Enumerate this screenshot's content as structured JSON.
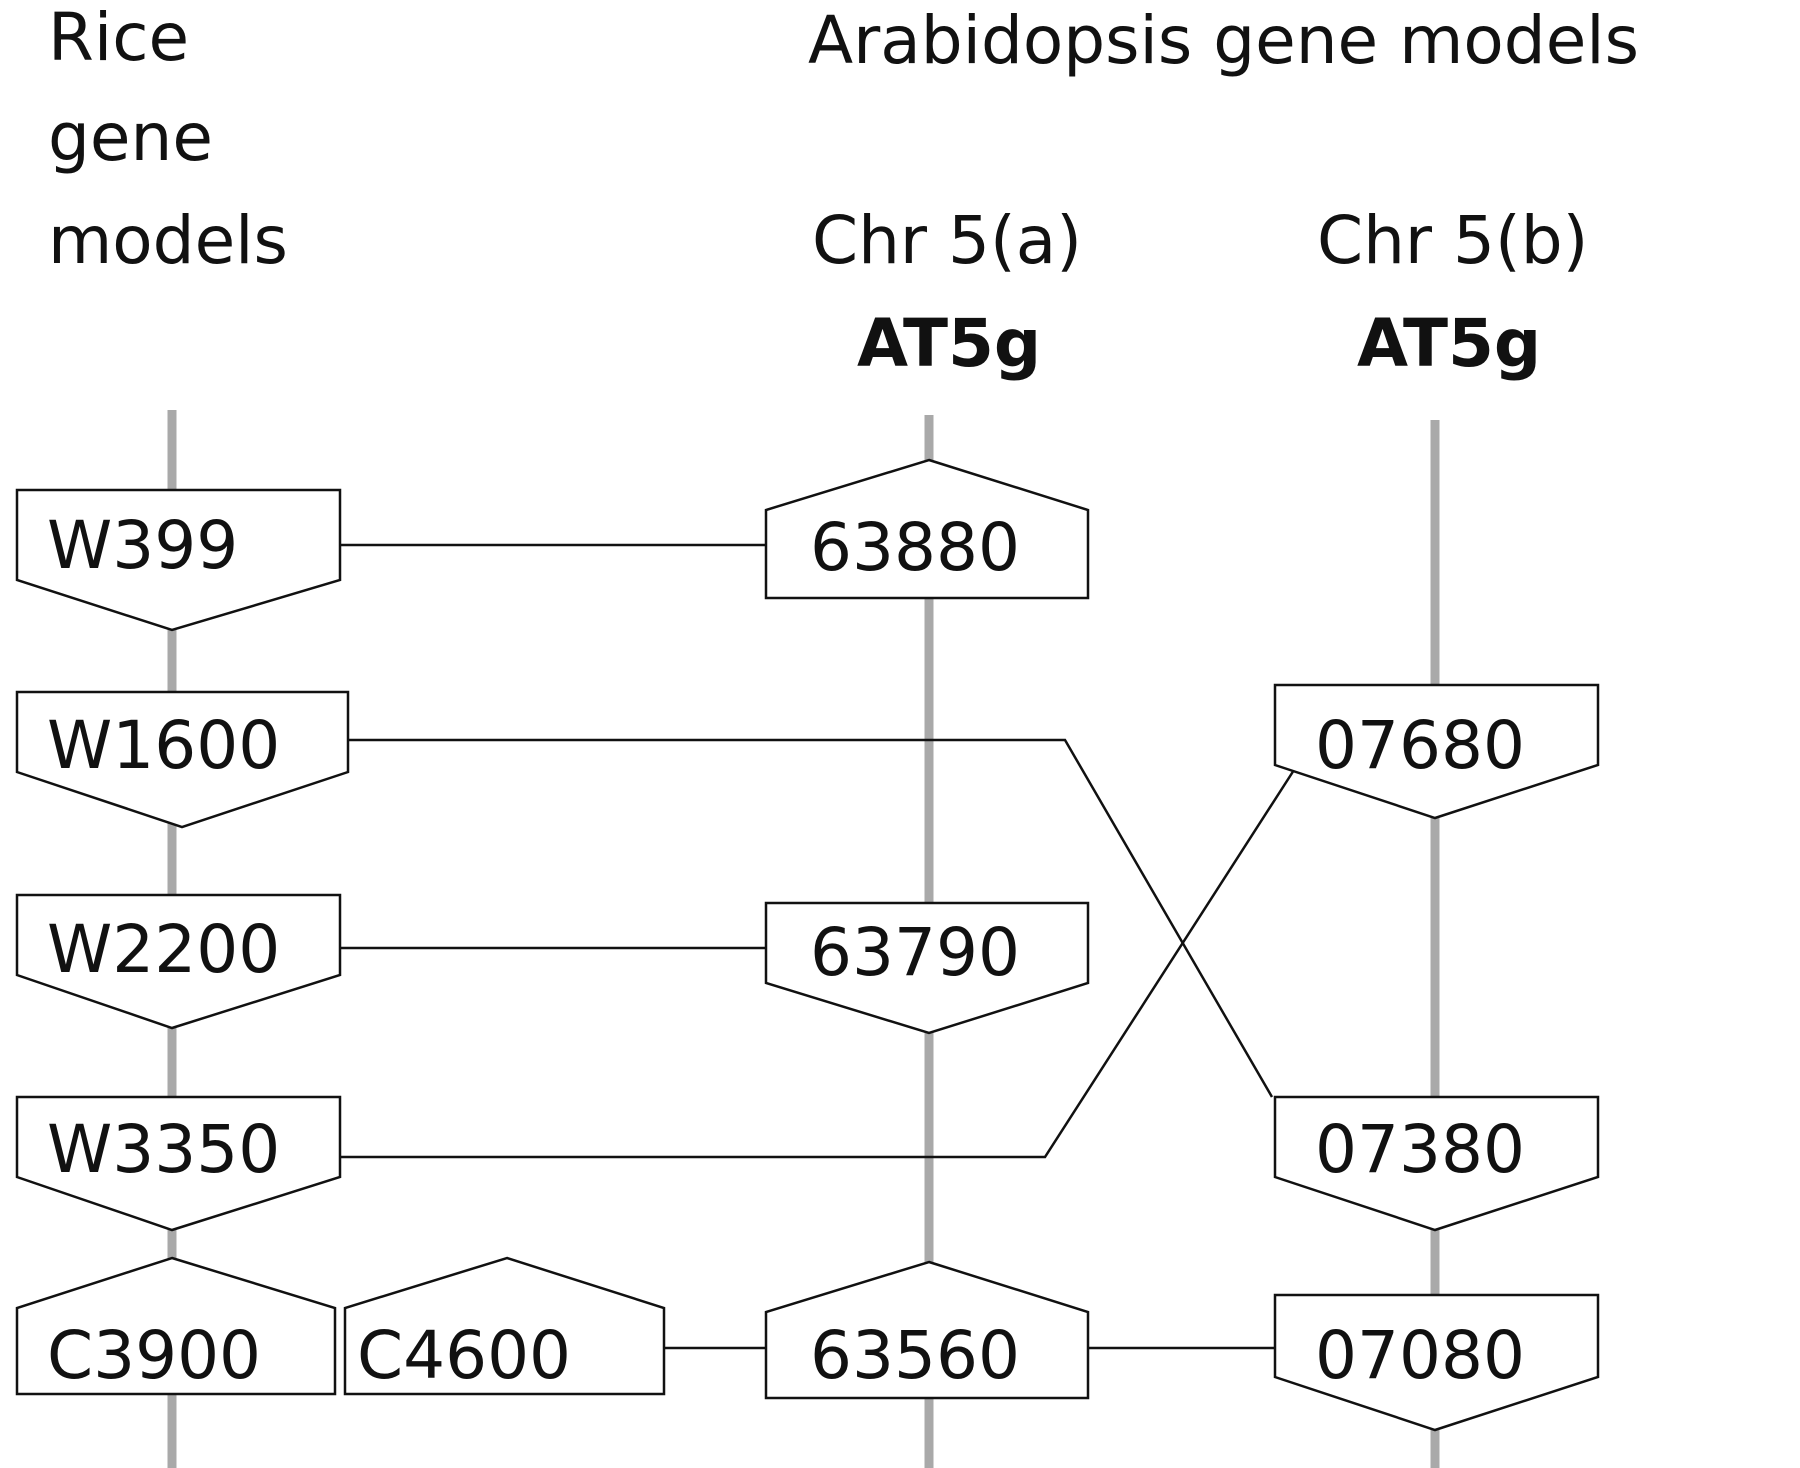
{
  "headers": {
    "rice_line1": "Rice",
    "rice_line2": "gene",
    "rice_line3": "models",
    "arabidopsis": "Arabidopsis gene models",
    "chr5a": "Chr 5(a)",
    "chr5a_prefix": "AT5g",
    "chr5b": "Chr 5(b)",
    "chr5b_prefix": "AT5g"
  },
  "colors": {
    "axis": "#a9a9a9",
    "ink": "#111111",
    "fill": "#ffffff"
  },
  "genes": {
    "rice": [
      "W399",
      "W1600",
      "W2200",
      "W3350",
      "C3900",
      "C4600"
    ],
    "chr5a": [
      "63880",
      "63790",
      "63560"
    ],
    "chr5b": [
      "07680",
      "07380",
      "07080"
    ]
  }
}
